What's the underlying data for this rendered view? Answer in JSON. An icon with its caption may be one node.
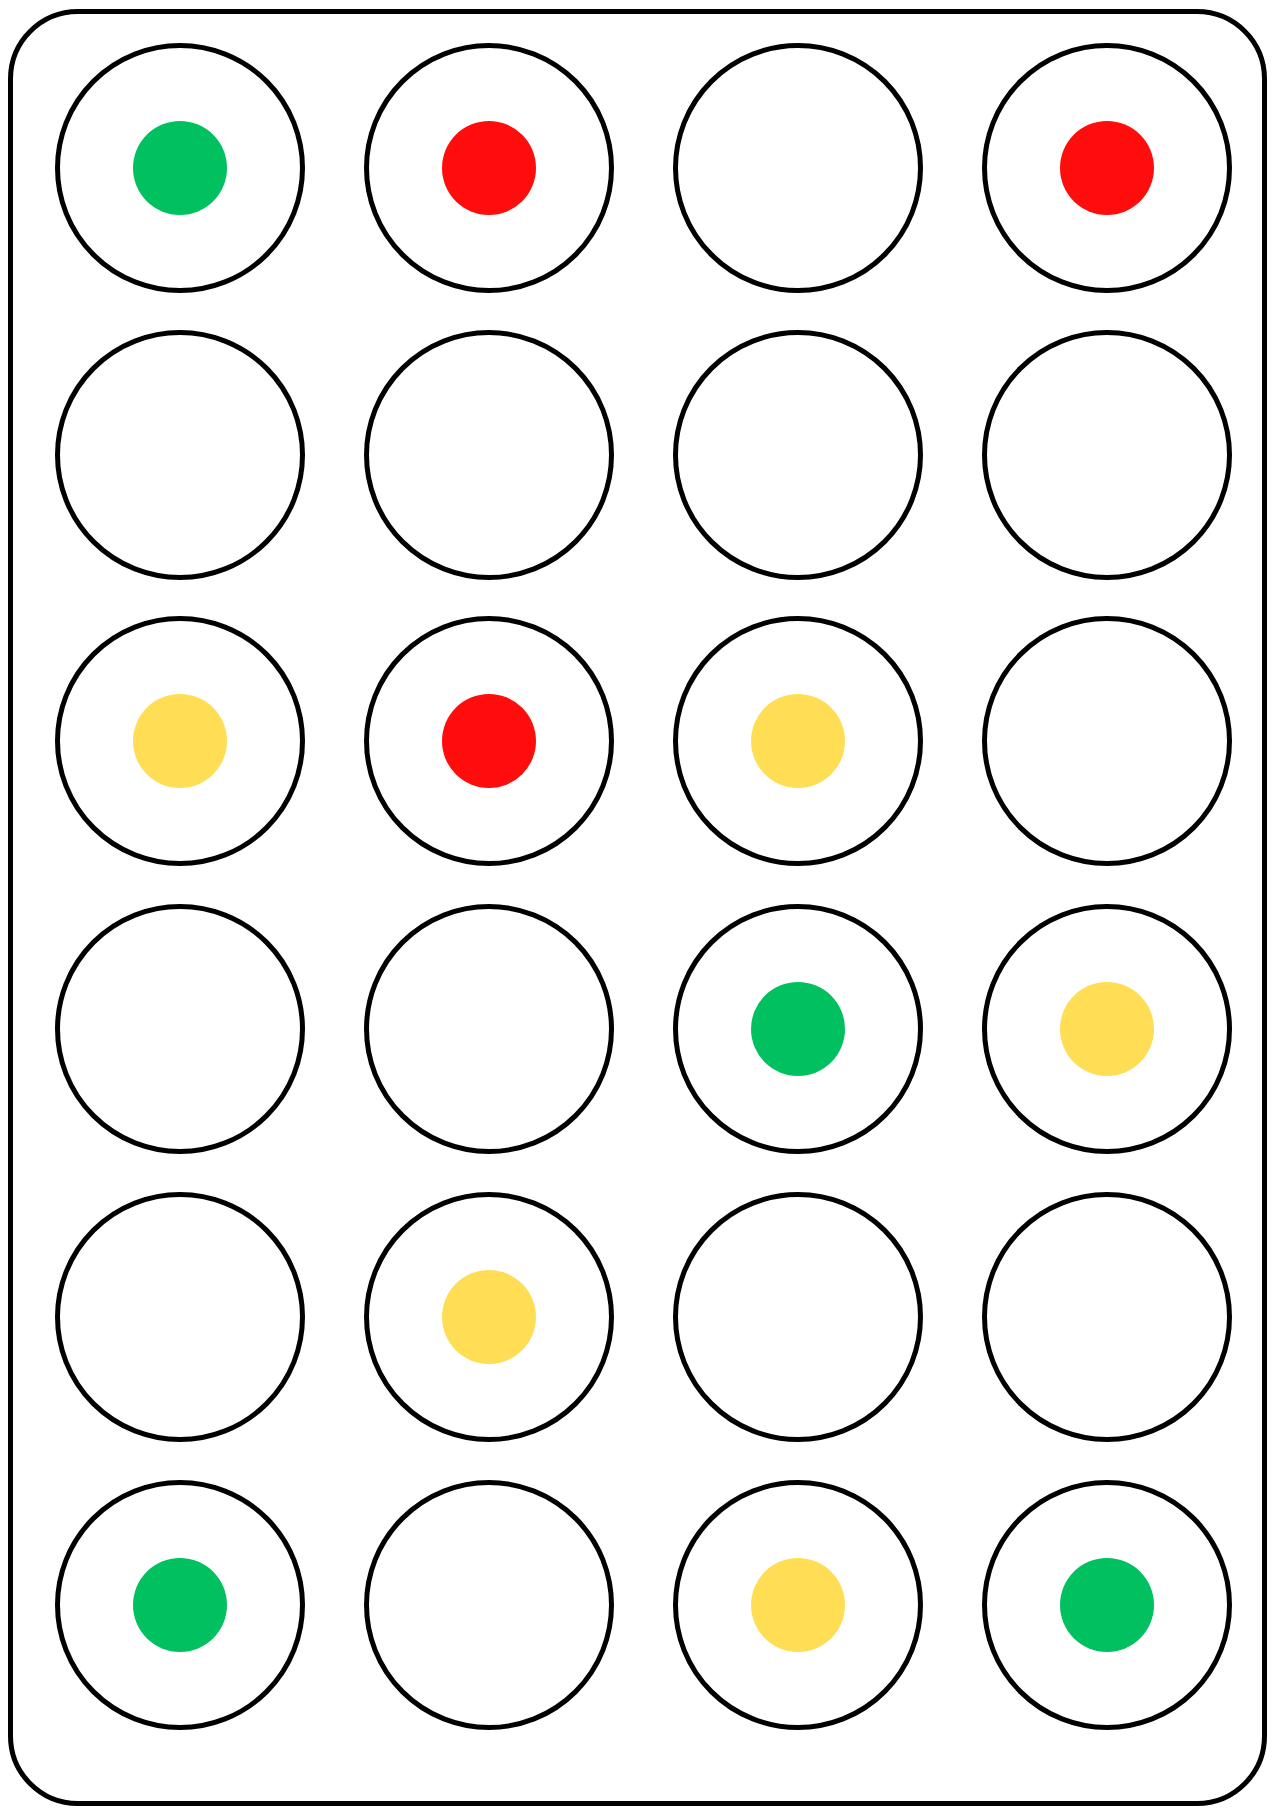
{
  "diagram": {
    "nodes": [
      {
        "text": [],
        "shape": "box"
      },
      {
        "text": [],
        "shape": "circle",
        "in": 0
      },
      {
        "text": [],
        "shape": "circle",
        "in": 0
      },
      {
        "text": [],
        "shape": "circle",
        "in": 0
      },
      {
        "text": [],
        "shape": "circle",
        "in": 0
      },
      {
        "text": [],
        "shape": "circle",
        "in": 0
      },
      {
        "text": [],
        "shape": "circle",
        "in": 0
      },
      {
        "text": [],
        "shape": "circle",
        "in": 0
      },
      {
        "text": [],
        "shape": "circle",
        "in": 0
      },
      {
        "text": [],
        "shape": "circle",
        "in": 0
      },
      {
        "text": [],
        "shape": "circle",
        "in": 0
      },
      {
        "text": [],
        "shape": "circle",
        "in": 0
      },
      {
        "text": [],
        "shape": "circle",
        "in": 0
      },
      {
        "text": [],
        "shape": "circle",
        "in": 0
      },
      {
        "text": [],
        "shape": "circle",
        "in": 0
      },
      {
        "text": [],
        "shape": "circle",
        "in": 0
      },
      {
        "text": [],
        "shape": "circle",
        "in": 0
      },
      {
        "text": [],
        "shape": "circle",
        "in": 0
      },
      {
        "text": [],
        "shape": "circle",
        "in": 0
      },
      {
        "text": [],
        "shape": "circle",
        "in": 0
      },
      {
        "text": [],
        "shape": "circle",
        "in": 0
      },
      {
        "text": [],
        "shape": "circle",
        "in": 0
      },
      {
        "text": [],
        "shape": "circle",
        "in": 0
      },
      {
        "text": [],
        "shape": "circle",
        "in": 0
      },
      {
        "text": [],
        "shape": "circle",
        "in": 0
      },
      {
        "text": [],
        "shape": "circle",
        "in": 1
      },
      {
        "text": [],
        "shape": "circle",
        "in": 2
      },
      {
        "text": [],
        "shape": "circle",
        "in": 4
      },
      {
        "text": [],
        "shape": "circle",
        "in": 9
      },
      {
        "text": [],
        "shape": "circle",
        "in": 10
      },
      {
        "text": [],
        "shape": "circle",
        "in": 11
      },
      {
        "text": [],
        "shape": "circle",
        "in": 15
      },
      {
        "text": [],
        "shape": "circle",
        "in": 16
      },
      {
        "text": [],
        "shape": "circle",
        "in": 18
      },
      {
        "text": [],
        "shape": "circle",
        "in": 21
      },
      {
        "text": [],
        "shape": "circle",
        "in": 23
      },
      {
        "text": [],
        "shape": "circle",
        "in": 24
      }
    ]
  }
}
